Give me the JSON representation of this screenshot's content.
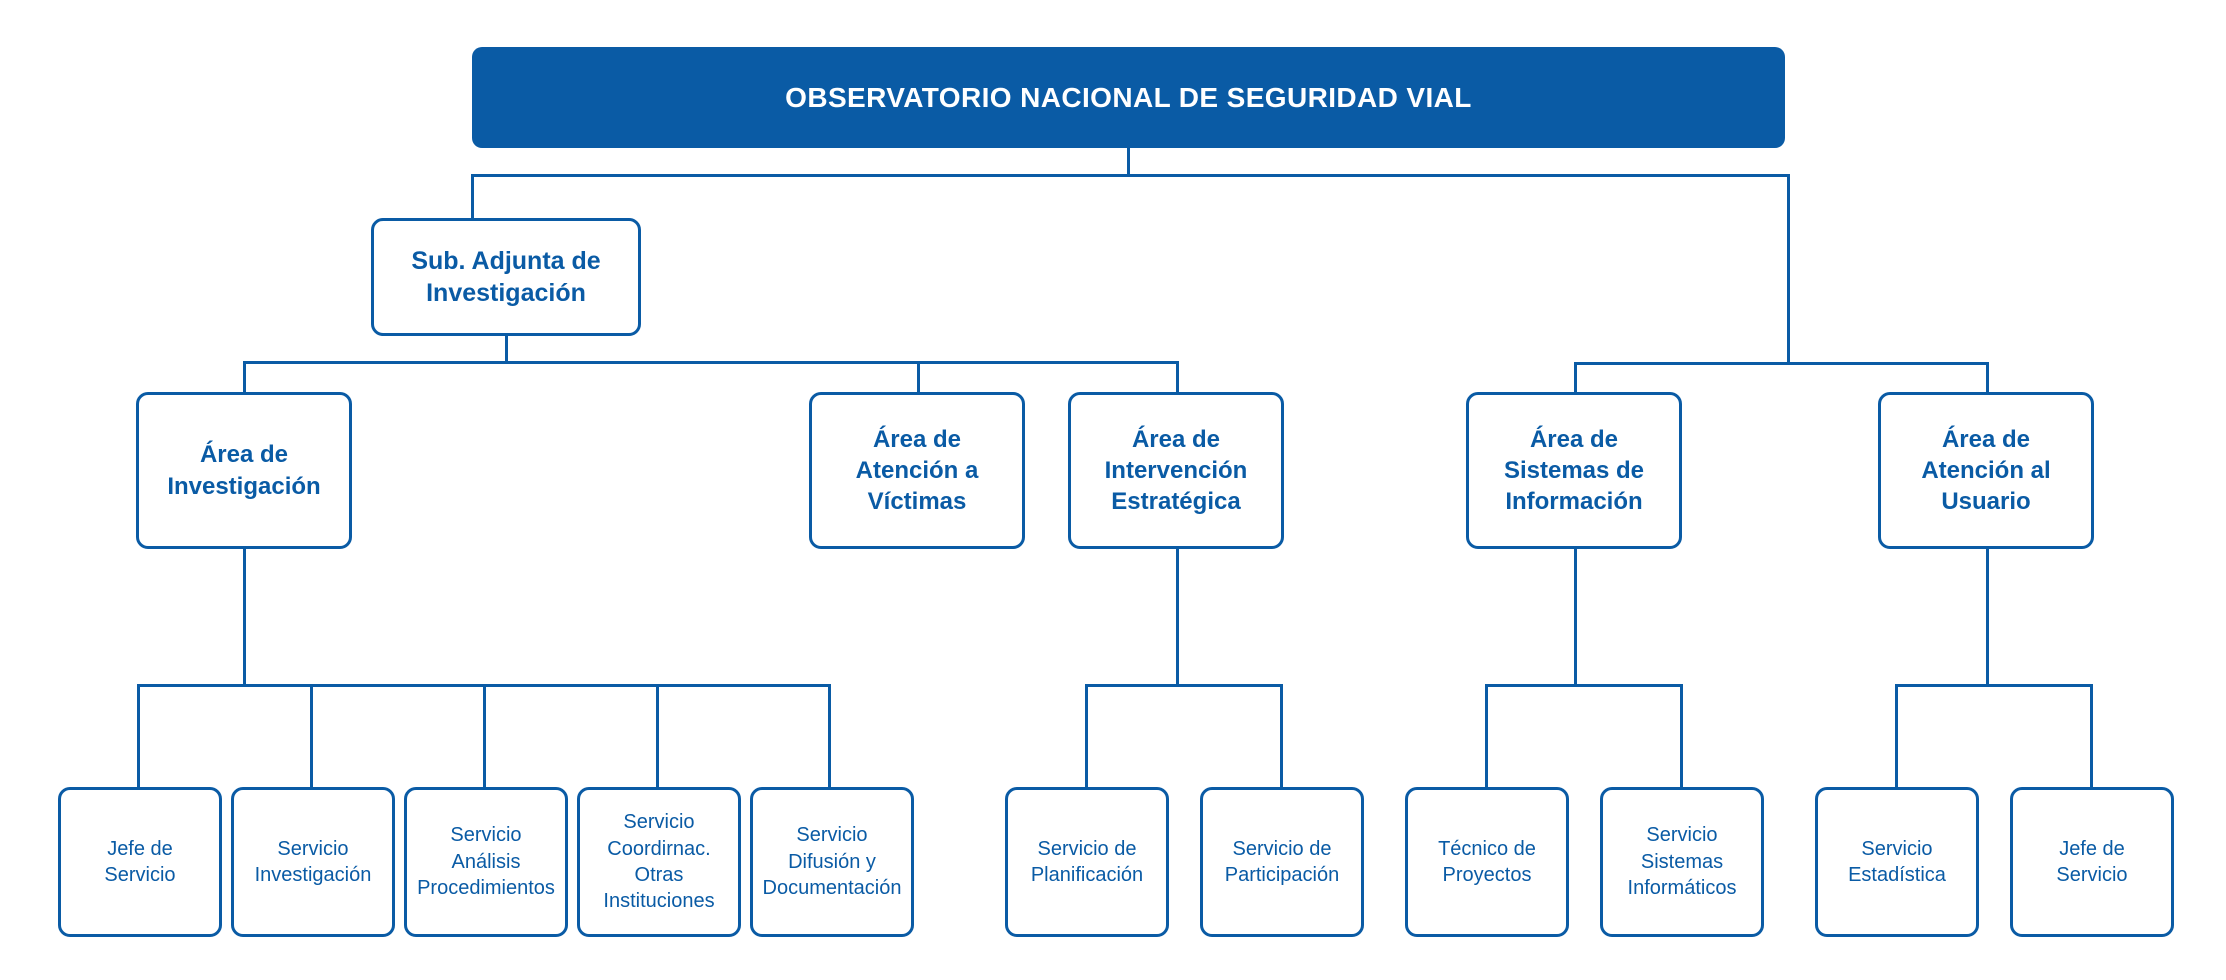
{
  "diagram": {
    "title": "Organigrama Observatorio Nacional de Seguridad Vial",
    "colors": {
      "brand_blue": "#0a5ba5",
      "line_blue": "#0a5ba5",
      "node_text": "#0a5ba5",
      "root_text": "#ffffff",
      "background": "#ffffff"
    }
  },
  "root": {
    "label": "OBSERVATORIO NACIONAL DE SEGURIDAD VIAL"
  },
  "division": {
    "label": "Sub. Adjunta de\nInvestigación"
  },
  "areas": [
    {
      "id": "investigacion",
      "label": "Área de\nInvestigación"
    },
    {
      "id": "atencion-victimas",
      "label": "Área de\nAtención a\nVíctimas"
    },
    {
      "id": "intervencion",
      "label": "Área de\nIntervención\nEstratégica"
    },
    {
      "id": "sistemas-informacion",
      "label": "Área de\nSistemas de\nInformación"
    },
    {
      "id": "atencion-usuario",
      "label": "Área de\nAtención al\nUsuario"
    }
  ],
  "services": [
    {
      "id": "jefe-servicio-investigacion",
      "label": "Jefe de Servicio"
    },
    {
      "id": "servicio-investigacion",
      "label": "Servicio\nInvestigación"
    },
    {
      "id": "servicio-analisis",
      "label": "Servicio\nAnálisis\nProcedimientos"
    },
    {
      "id": "servicio-coordinacion",
      "label": "Servicio\nCoordirnac.\nOtras\nInstituciones"
    },
    {
      "id": "servicio-difusion",
      "label": "Servicio\nDifusión y\nDocumentación"
    },
    {
      "id": "servicio-planificacion",
      "label": "Servicio de\nPlanificación"
    },
    {
      "id": "servicio-participacion",
      "label": "Servicio de\nParticipación"
    },
    {
      "id": "tecnico-proyectos",
      "label": "Técnico de\nProyectos"
    },
    {
      "id": "servicio-sistemas-informaticos",
      "label": "Servicio\nSistemas\nInformáticos"
    },
    {
      "id": "servicio-estadistica",
      "label": "Servicio\nEstadística"
    },
    {
      "id": "jefe-servicio-usuario",
      "label": "Jefe de\nServicio"
    }
  ]
}
